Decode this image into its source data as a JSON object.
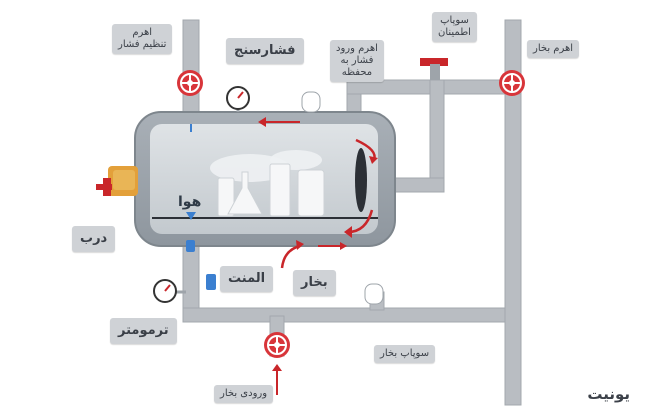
{
  "labels": {
    "pressure_regulator_lever": "اهرم\nتنظیم فشار",
    "pressure_gauge": "فشارسنج",
    "pressure_inlet_lever": "اهرم ورود\nفشار به\nمحفظه",
    "safety_valve": "سوپاپ\nاطمینان",
    "steam_lever": "اهرم بخار",
    "door": "درب",
    "air": "هوا",
    "element": "المنت",
    "steam": "بخار",
    "thermometer": "ترمومتر",
    "steam_valve": "سوپاپ بخار",
    "steam_inlet": "ورودی بخار"
  },
  "brand": "یونیت",
  "colors": {
    "pipe": "#b9bdc2",
    "chamber": "#9ca4ab",
    "valve_red": "#d8353a",
    "arrow_red": "#c9262a",
    "label_bg": "#cfd2d6",
    "air_marker": "#3b7fd0"
  },
  "icons": [
    "valve-wheel-icon",
    "gauge-icon",
    "arrow-icon",
    "glassware-icon",
    "element-heater-icon"
  ]
}
